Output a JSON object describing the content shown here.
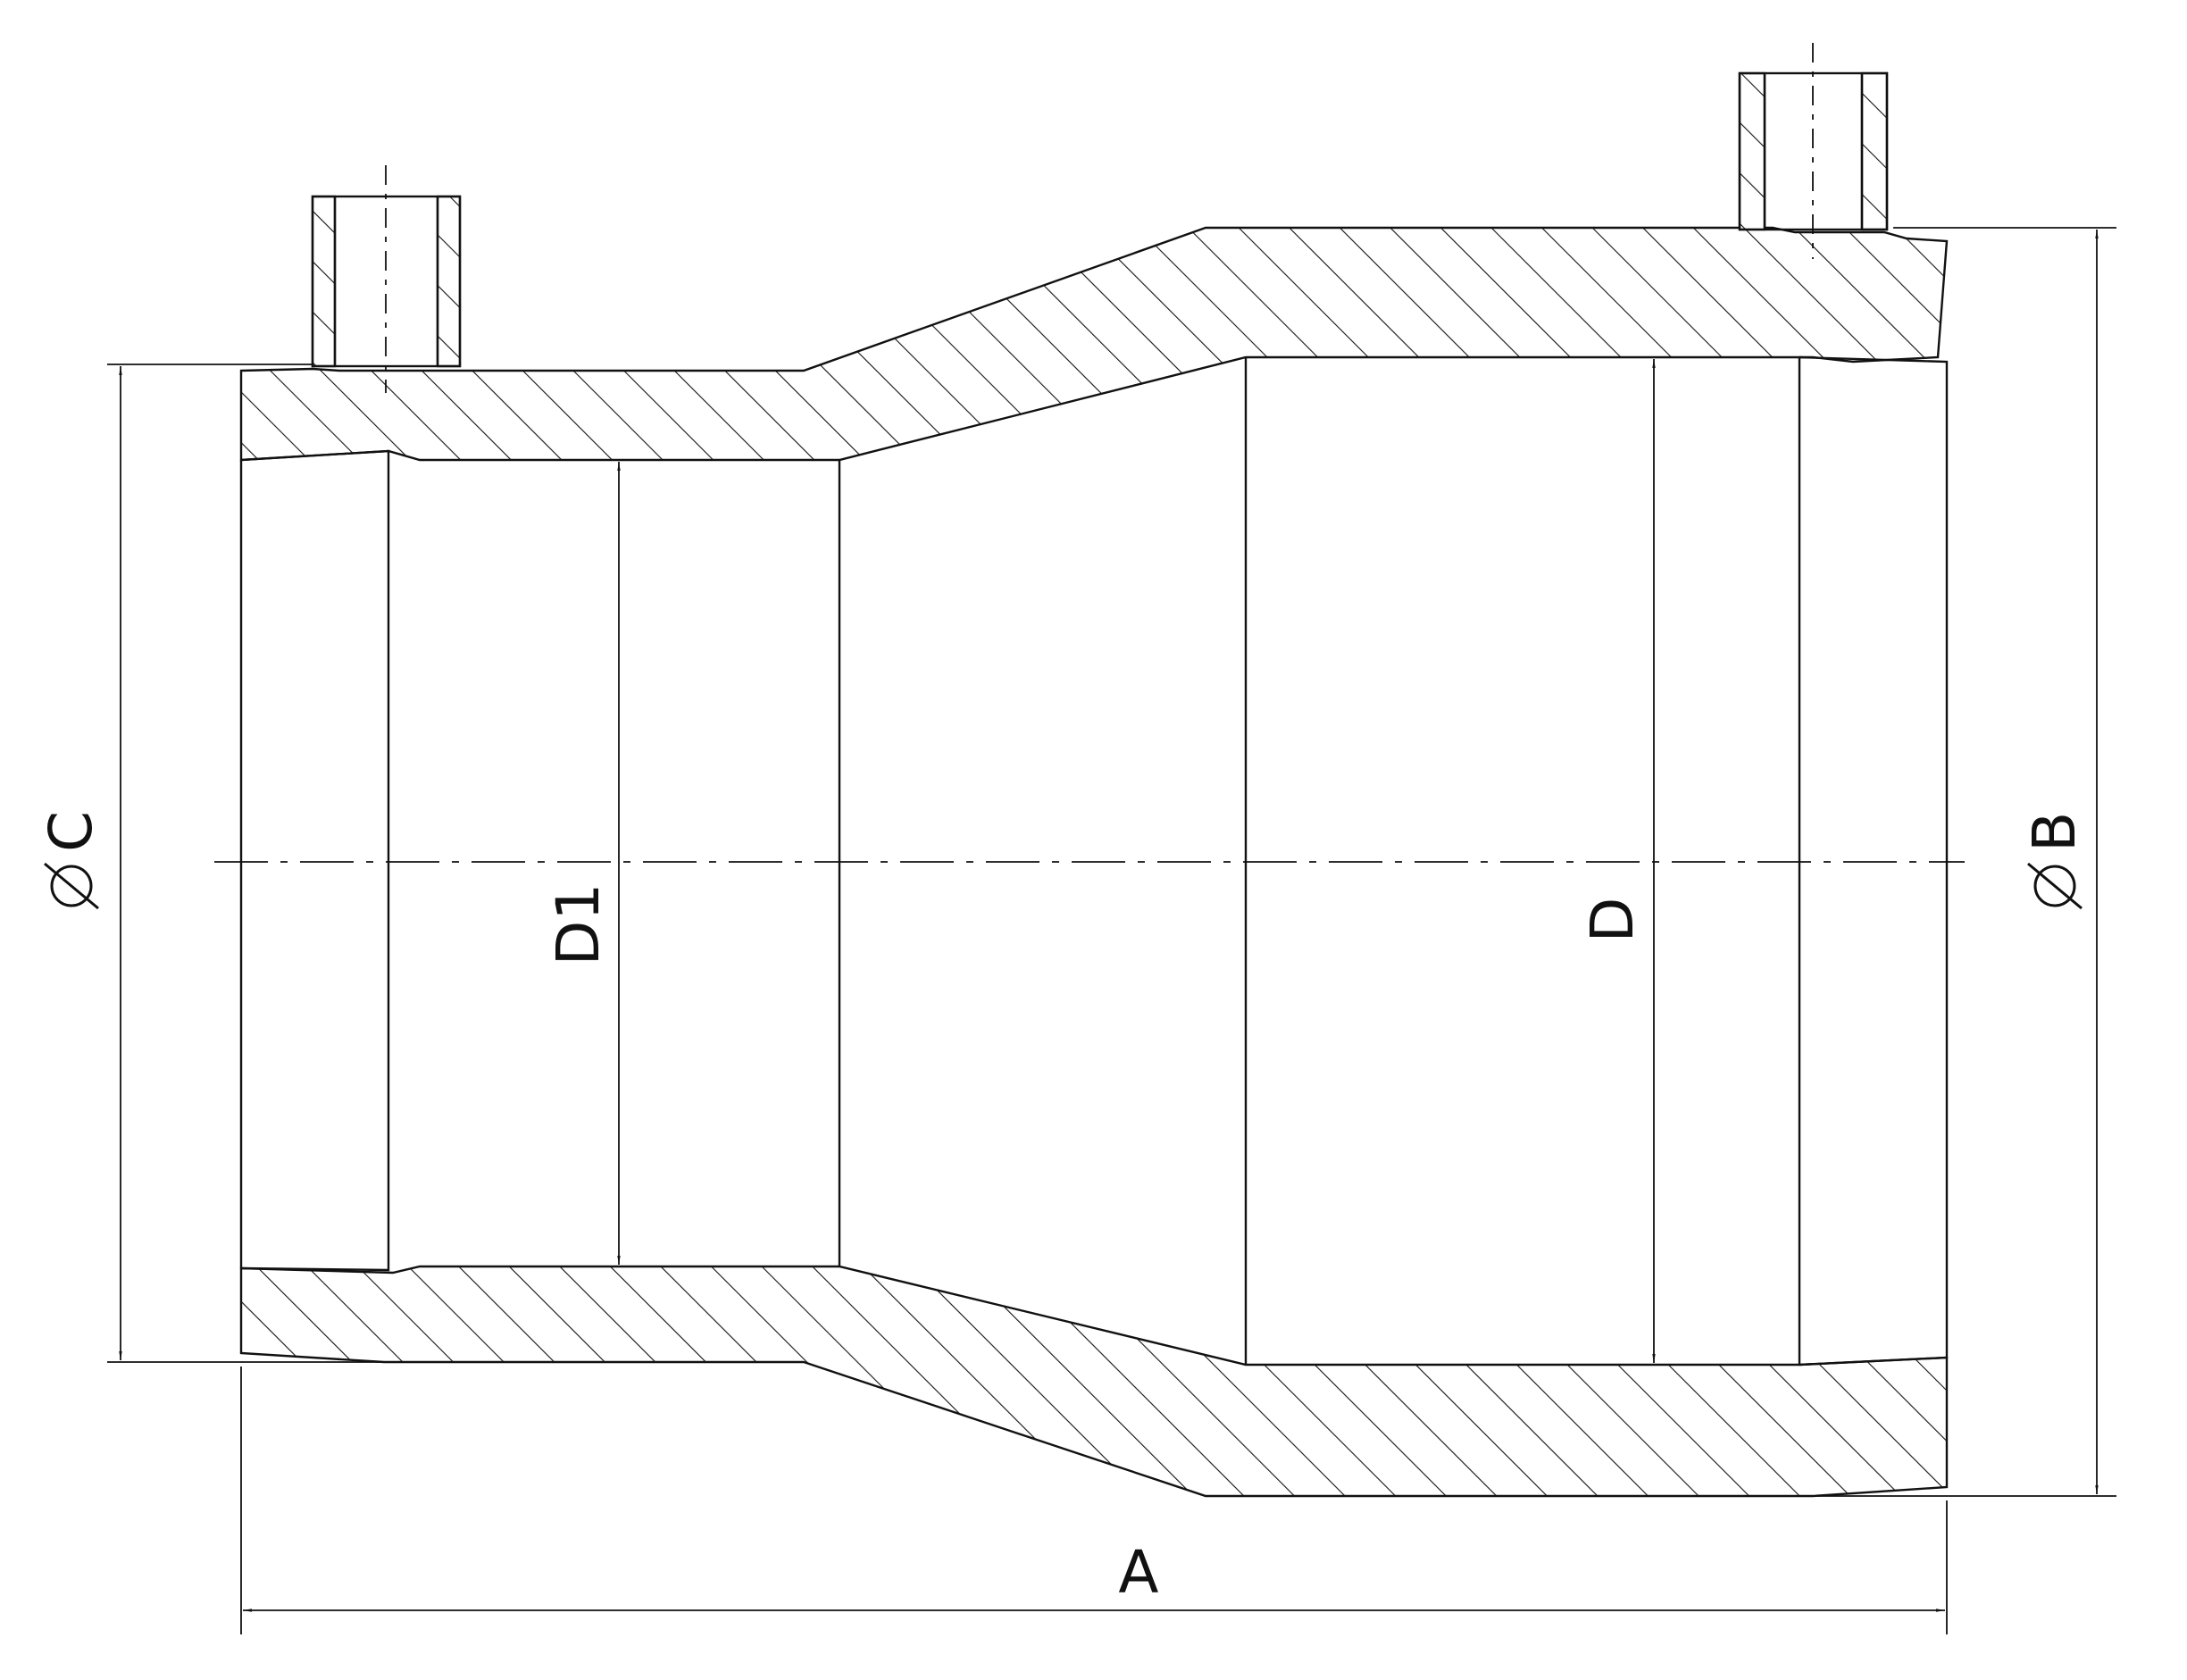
{
  "labels": {
    "phi_c": "C",
    "d1": "D1",
    "d": "D",
    "phi_b": "B",
    "a": "A"
  },
  "colors": {
    "line": "#111111",
    "background": "#ffffff"
  }
}
